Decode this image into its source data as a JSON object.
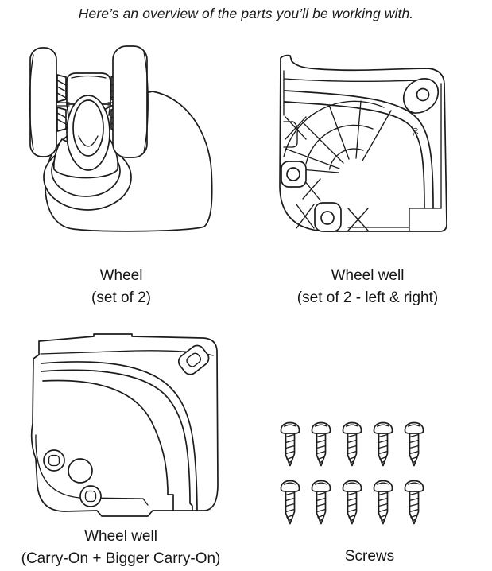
{
  "header": {
    "title": "Here’s an overview of the parts you’ll be working with."
  },
  "parts": [
    {
      "name": "Wheel",
      "subtitle": "(set of 2)"
    },
    {
      "name": "Wheel well",
      "subtitle": "(set of 2 - left & right)",
      "marking": "01"
    },
    {
      "name": "Wheel well",
      "subtitle": "(Carry-On + Bigger Carry-On)"
    },
    {
      "name": "Screws",
      "count": 10,
      "rows": 2,
      "per_row": 5
    }
  ],
  "colors": {
    "line": "#1c1c1c",
    "background": "#ffffff",
    "text": "#161616"
  }
}
